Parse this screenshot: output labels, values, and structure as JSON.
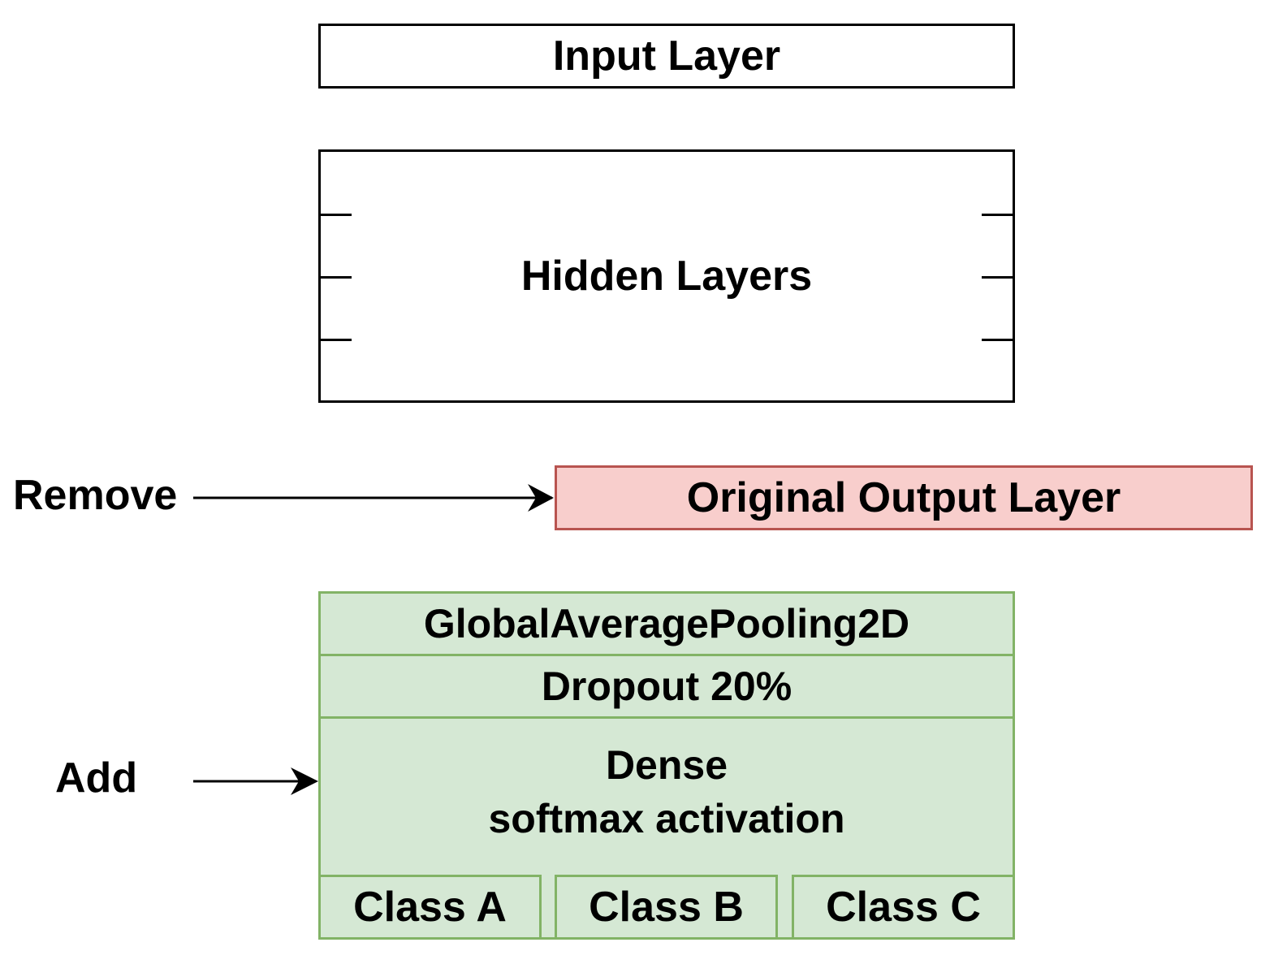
{
  "layers": {
    "input": "Input Layer",
    "hidden": "Hidden Layers",
    "original_output": "Original Output Layer",
    "global_avg_pool": "GlobalAveragePooling2D",
    "dropout": "Dropout 20%",
    "dense_line1": "Dense",
    "dense_line2": "softmax activation",
    "classes": [
      "Class A",
      "Class B",
      "Class C"
    ]
  },
  "labels": {
    "remove": "Remove",
    "add": "Add"
  },
  "colors": {
    "removed_fill": "#f8cecc",
    "removed_border": "#b85450",
    "added_fill": "#d5e8d4",
    "added_border": "#82b366"
  }
}
